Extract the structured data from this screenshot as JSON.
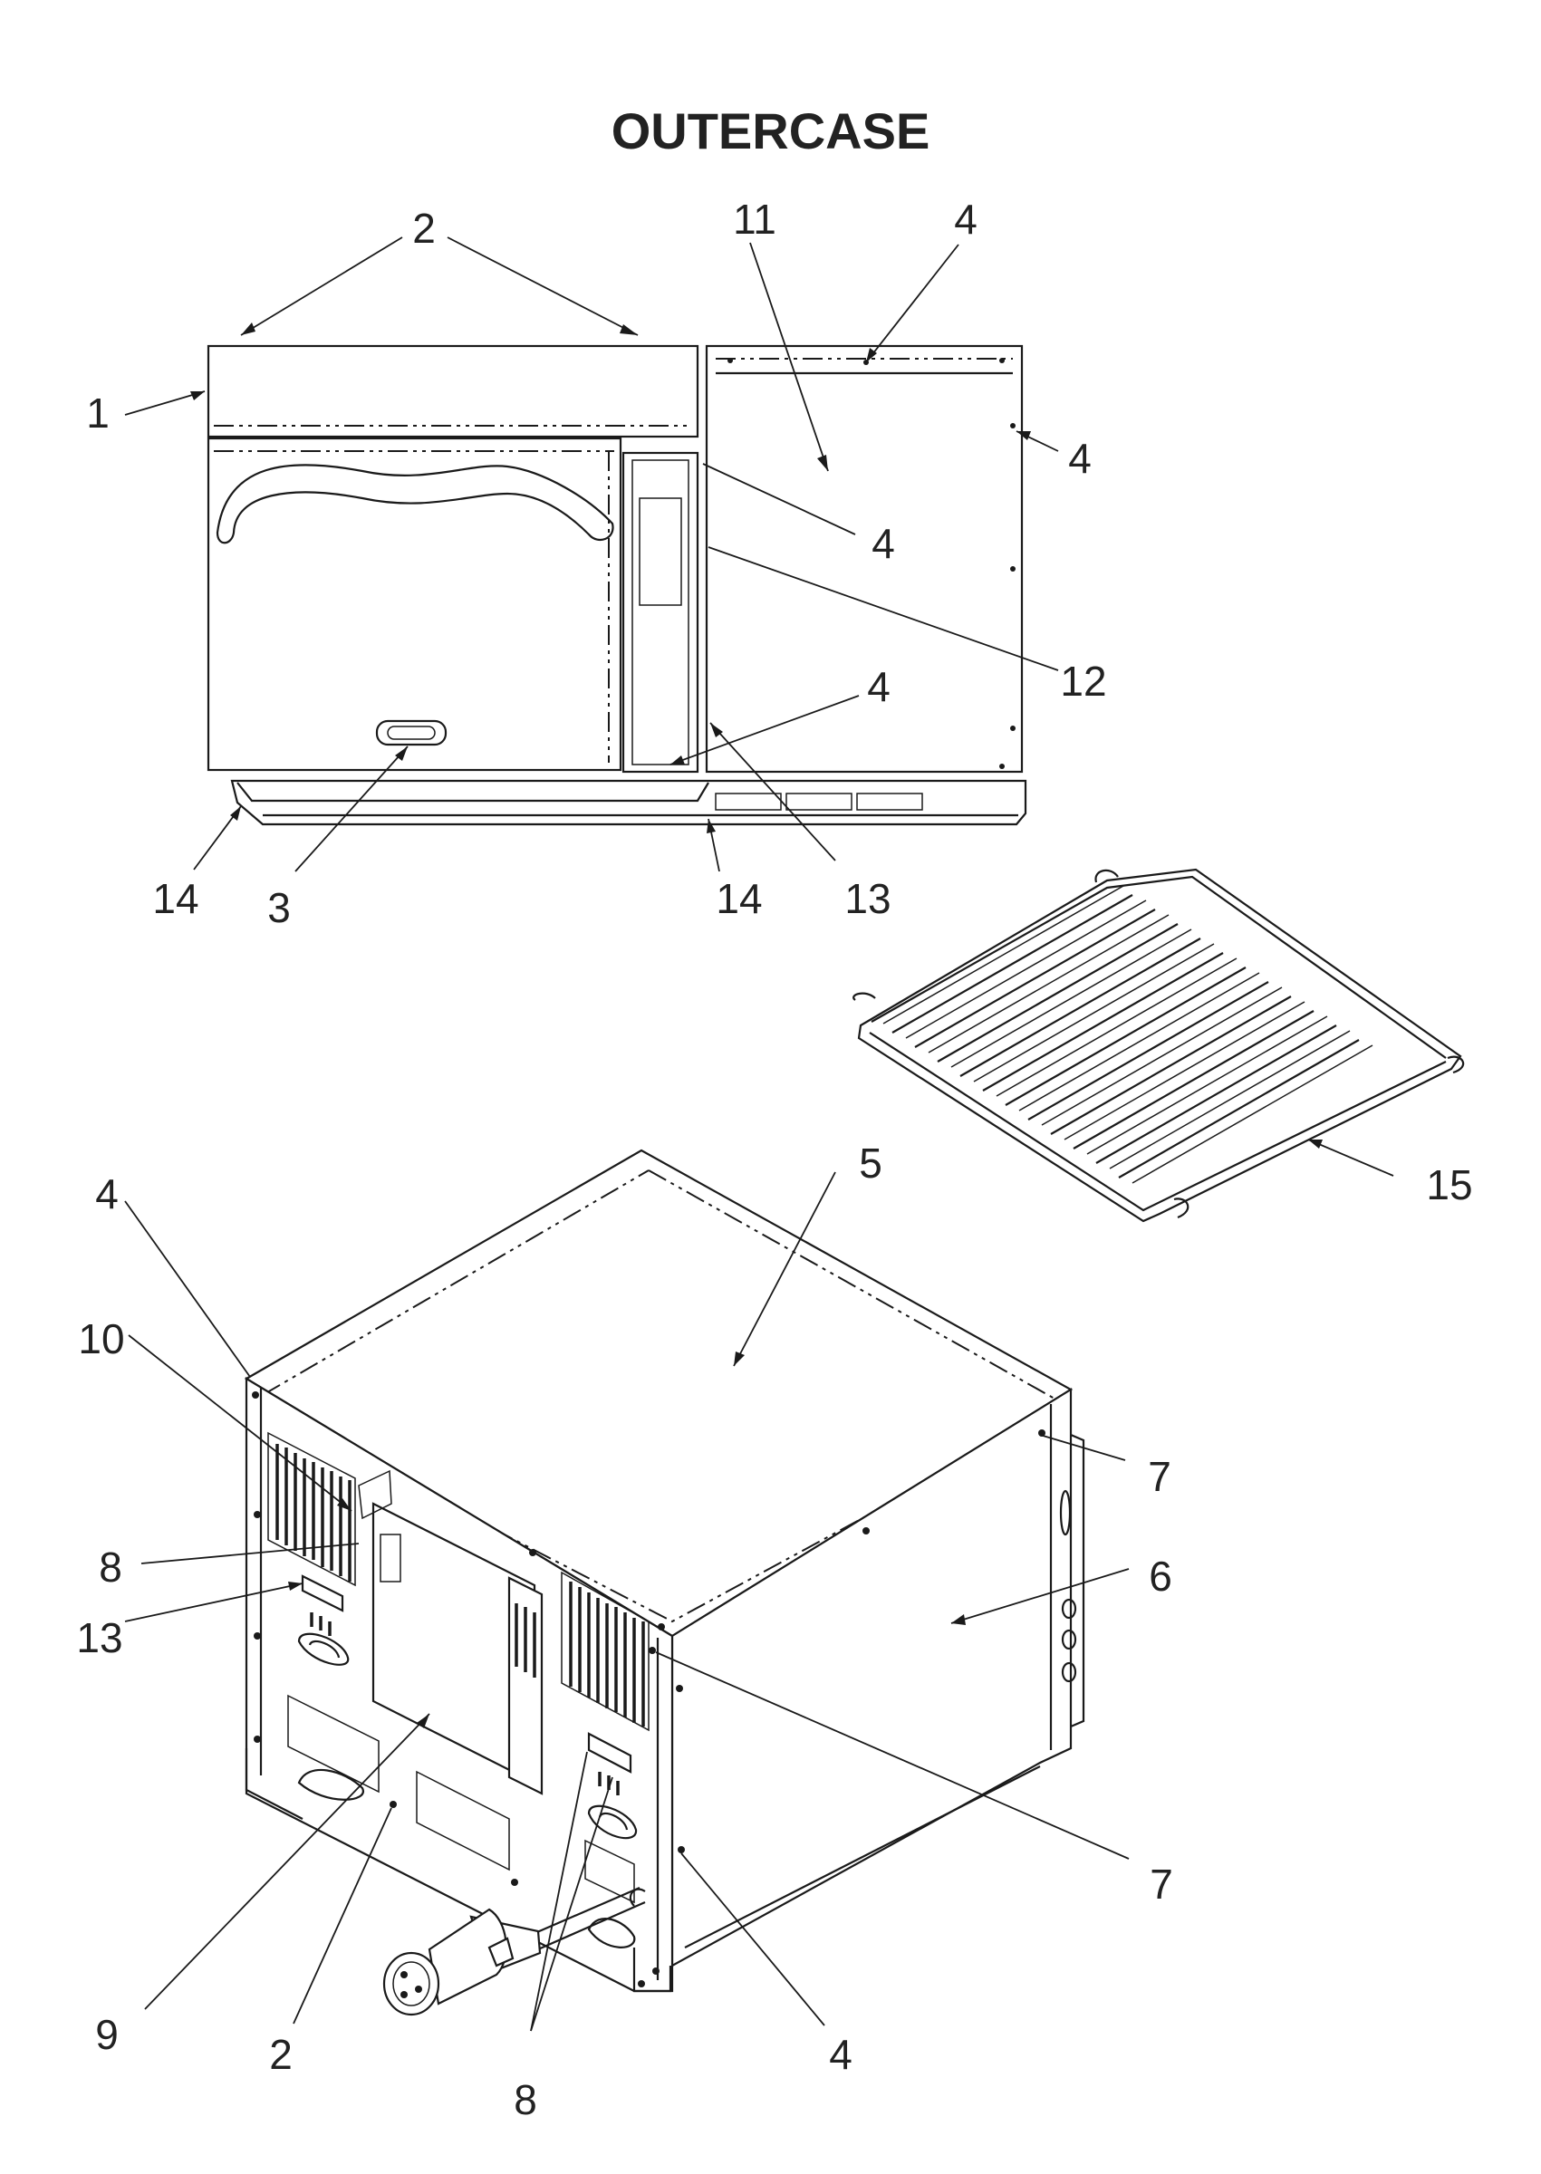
{
  "title": "OUTERCASE",
  "callouts": {
    "c1": "1",
    "c2_top": "2",
    "c3": "3",
    "c4_top_right": "4",
    "c4_side_right": "4",
    "c4_mid": "4",
    "c4_lower": "4",
    "c11": "11",
    "c12": "12",
    "c13_top": "13",
    "c14_left": "14",
    "c14_right": "14",
    "c15": "15",
    "c4_back_left": "4",
    "c5": "5",
    "c10": "10",
    "c8_left": "8",
    "c13_back": "13",
    "c7_upper": "7",
    "c6": "6",
    "c7_lower": "7",
    "c9": "9",
    "c2_bottom": "2",
    "c8_bottom": "8",
    "c4_bottom": "4"
  }
}
